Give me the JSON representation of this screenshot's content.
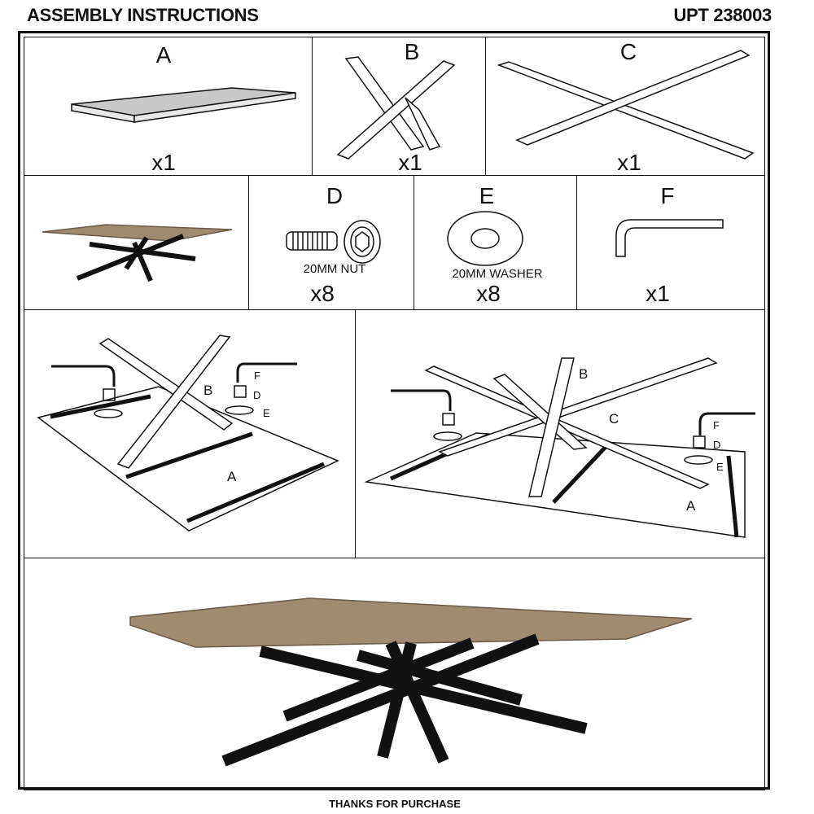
{
  "header": {
    "title": "ASSEMBLY INSTRUCTIONS",
    "code": "UPT 238003"
  },
  "parts": [
    {
      "letter": "A",
      "qty": "x1"
    },
    {
      "letter": "B",
      "qty": "x1"
    },
    {
      "letter": "C",
      "qty": "x1"
    },
    {
      "letter": "D",
      "name": "20MM NUT",
      "qty": "x8"
    },
    {
      "letter": "E",
      "name": "20MM WASHER",
      "qty": "x8"
    },
    {
      "letter": "F",
      "qty": "x1"
    }
  ],
  "step1": {
    "labels": [
      "B",
      "F",
      "D",
      "E",
      "A"
    ]
  },
  "step2": {
    "labels": [
      "B",
      "C",
      "F",
      "D",
      "E",
      "A"
    ]
  },
  "footer": "THANKS FOR PURCHASE",
  "colors": {
    "wood": "#a08a70",
    "metal": "#111111",
    "panel": "#c8c8c8"
  }
}
